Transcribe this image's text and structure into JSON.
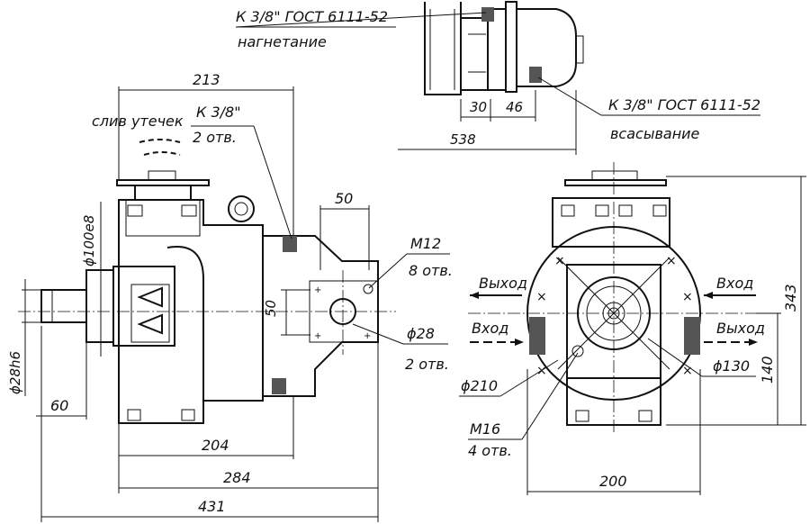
{
  "drawing": {
    "labels": {
      "port_pressure": "К 3/8\" ГОСТ 6111-52",
      "pressure_caption": "нагнетание",
      "port_suction": "К 3/8\" ГОСТ 6111-52",
      "suction_caption": "всасывание",
      "drain_caption": "слив утечек",
      "drain_thread": "К 3/8\"",
      "drain_count": "2 отв.",
      "m12": "М12",
      "m12_count": "8 отв.",
      "d28": "ϕ28",
      "d28_count": "2 отв.",
      "m16": "М16",
      "m16_count": "4 отв.",
      "outlet_left": "Выход",
      "inlet_left": "Вход",
      "inlet_right": "Вход",
      "outlet_right": "Выход"
    },
    "dims": {
      "d213": "213",
      "d50_top": "50",
      "d30": "30",
      "d46": "46",
      "d538": "538",
      "d100e8": "ϕ100е8",
      "d28h6": "ϕ28h6",
      "d50_side": "50",
      "d60": "60",
      "d204": "204",
      "d284": "284",
      "d431": "431",
      "d210": "ϕ210",
      "d130": "ϕ130",
      "d200": "200",
      "d343": "343",
      "d140": "140"
    }
  }
}
